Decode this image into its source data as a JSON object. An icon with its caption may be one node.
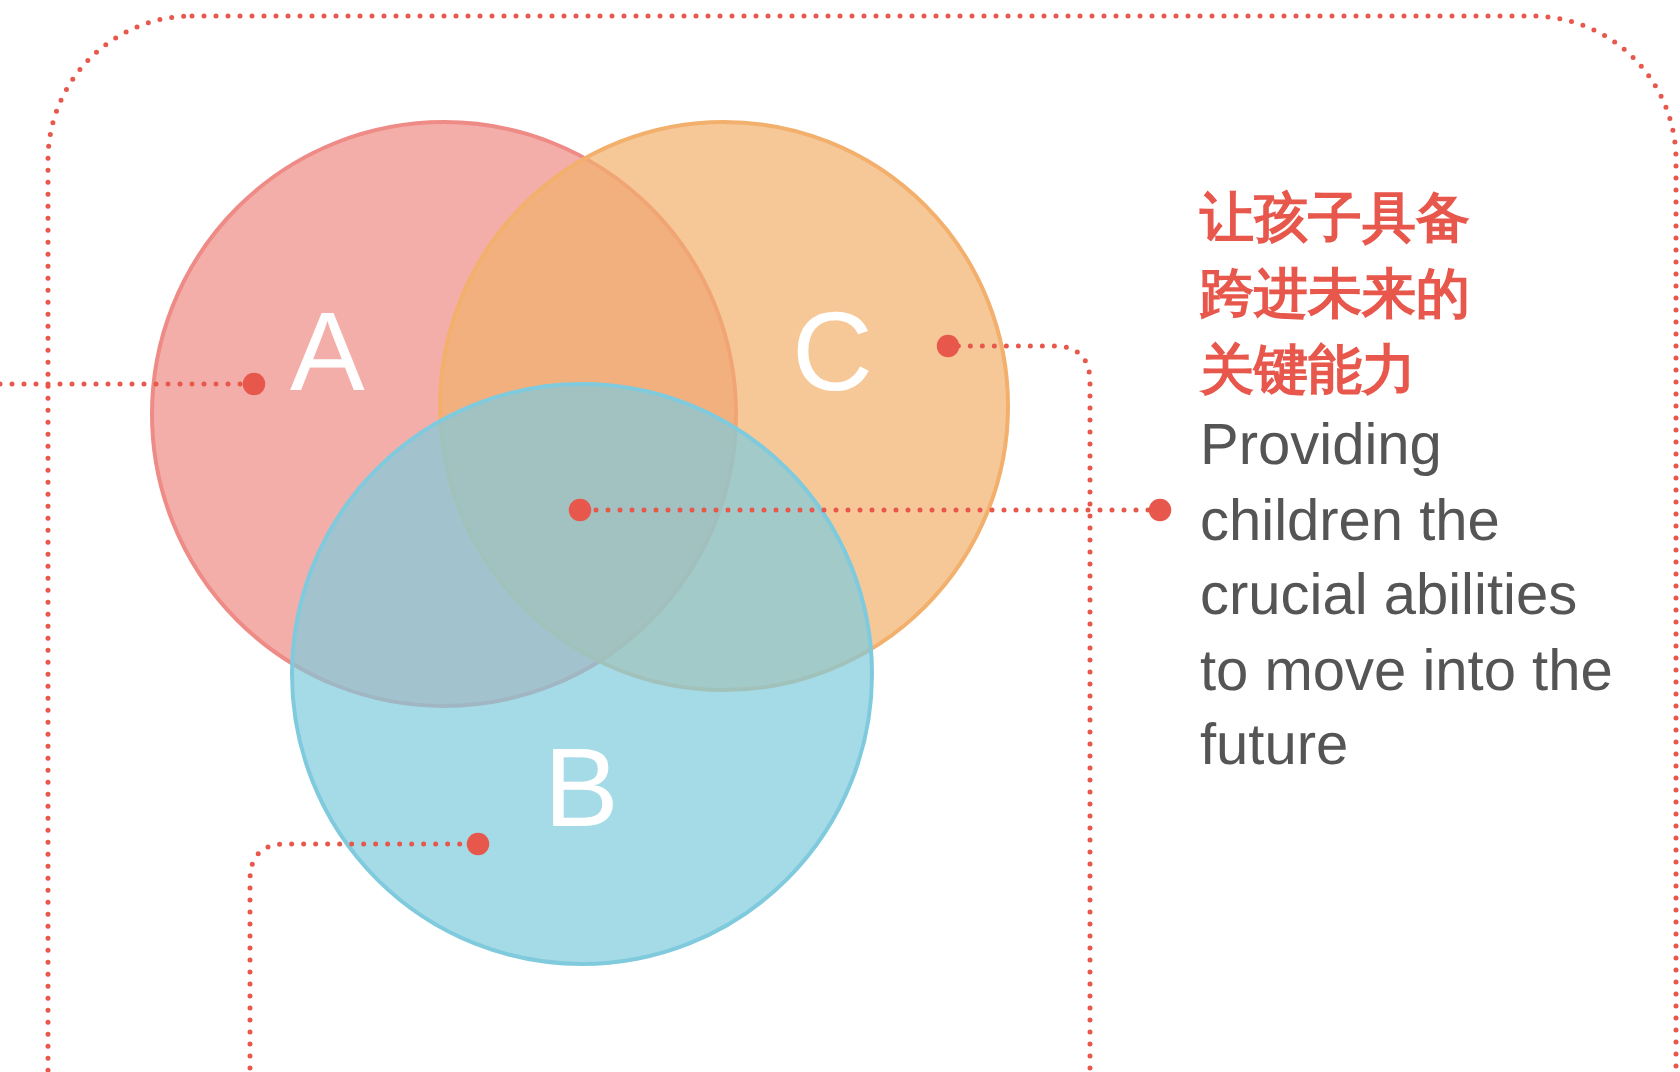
{
  "diagram": {
    "nodes": [
      {
        "text": [
          "A"
        ]
      },
      {
        "text": [
          "C"
        ]
      },
      {
        "text": [
          "B"
        ]
      },
      {
        "text": [
          "让孩子具备跨进未来的关键能力",
          "Providing children the crucial abilities to move into the future"
        ]
      }
    ],
    "edges": [
      {
        "from": null,
        "to": 0,
        "arrow": "other"
      },
      {
        "from": null,
        "to": 1,
        "arrow": "other"
      },
      {
        "from": null,
        "to": 2,
        "arrow": "other"
      },
      {
        "from": 3,
        "to": 1,
        "arrow": "other"
      }
    ]
  }
}
